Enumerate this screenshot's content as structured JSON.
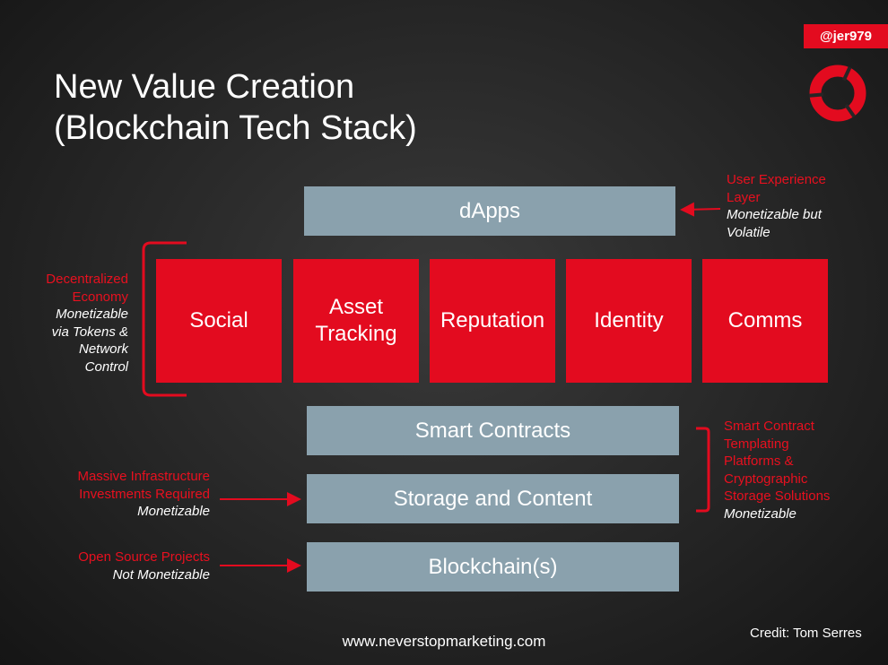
{
  "handle": "@jer979",
  "title": {
    "line1": "New Value Creation",
    "line2": "(Blockchain Tech Stack)"
  },
  "layers": {
    "dapps": "dApps",
    "apps": [
      "Social",
      "Asset Tracking",
      "Reputation",
      "Identity",
      "Comms"
    ],
    "smart_contracts": "Smart Contracts",
    "storage": "Storage and Content",
    "blockchain": "Blockchain(s)"
  },
  "notes": {
    "ux": {
      "red": [
        "User Experience",
        "Layer"
      ],
      "ital": [
        "Monetizable but",
        "Volatile"
      ]
    },
    "economy": {
      "red": [
        "Decentralized",
        "Economy"
      ],
      "ital": [
        "Monetizable",
        "via Tokens &",
        "Network",
        "Control"
      ]
    },
    "infra": {
      "red": [
        "Massive Infrastructure",
        "Investments Required"
      ],
      "ital": [
        "Monetizable"
      ]
    },
    "open_source": {
      "red": [
        "Open Source Projects"
      ],
      "ital": [
        "Not Monetizable"
      ]
    },
    "smart_contract_platforms": {
      "red": [
        "Smart Contract",
        "Templating",
        "Platforms &",
        "Cryptographic",
        "Storage Solutions"
      ],
      "ital": [
        "Monetizable"
      ]
    }
  },
  "footer": {
    "url": "www.neverstopmarketing.com",
    "credit": "Credit: Tom Serres"
  },
  "colors": {
    "accent_red": "#e30b1f",
    "layer_grey": "#8aa1ad",
    "background": "#262626"
  }
}
